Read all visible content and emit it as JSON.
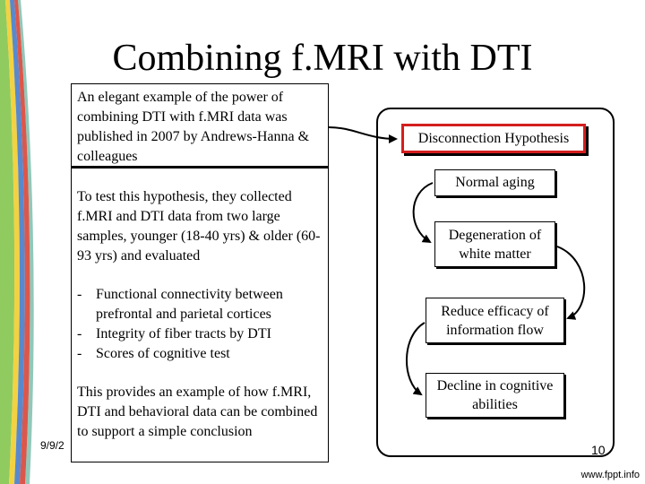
{
  "slide": {
    "title": "Combining f.MRI with DTI",
    "date": "9/9/2",
    "page_number": "10",
    "footer_url": "www.fppt.info"
  },
  "text_panel": {
    "intro": "An elegant example of the power of combining DTI with f.MRI data was published in 2007 by Andrews-Hanna & colleagues",
    "method": "To test this hypothesis, they collected f.MRI and DTI data from two large samples, younger (18-40 yrs) & older (60-93 yrs) and evaluated",
    "list_items": [
      {
        "marker": "-",
        "text": "Functional connectivity between prefrontal and parietal cortices"
      },
      {
        "marker": "-",
        "text": "Integrity of fiber tracts by DTI"
      },
      {
        "marker": "-",
        "text": "Scores of cognitive test"
      }
    ],
    "conclusion": "This provides an example of how f.MRI, DTI and behavioral data can be combined to support a simple conclusion"
  },
  "flow": {
    "hypothesis": "Disconnection Hypothesis",
    "steps": [
      "Normal aging",
      "Degeneration of white matter",
      "Reduce efficacy of information flow",
      "Decline in cognitive abilities"
    ]
  },
  "colors": {
    "hypothesis_border": "#d41e1e",
    "stripe_green": "#7cc243",
    "stripe_yellow": "#f2cd2e",
    "stripe_blue": "#3c74c4",
    "stripe_red": "#d63a2c"
  }
}
